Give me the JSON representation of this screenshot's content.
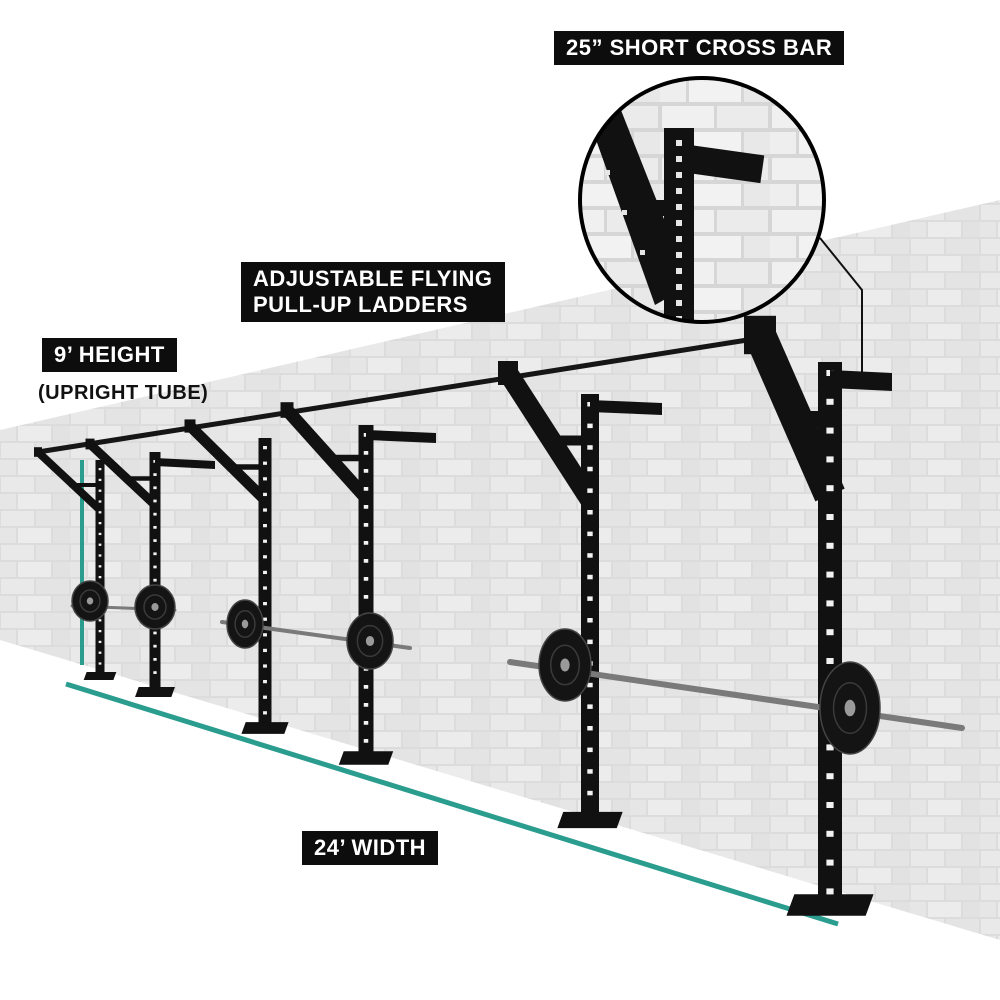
{
  "labels": {
    "short_cross_bar": "25” SHORT CROSS BAR",
    "flying_ladders_line1": "ADJUSTABLE FLYING",
    "flying_ladders_line2": "PULL-UP LADDERS",
    "height": "9’ HEIGHT",
    "upright_tube": "(UPRIGHT TUBE)",
    "width": "24’ WIDTH"
  },
  "colors": {
    "accent": "#2a9d8f",
    "steel": "#111111",
    "wall": "#d8d8d8",
    "mortar": "#ffffff"
  }
}
